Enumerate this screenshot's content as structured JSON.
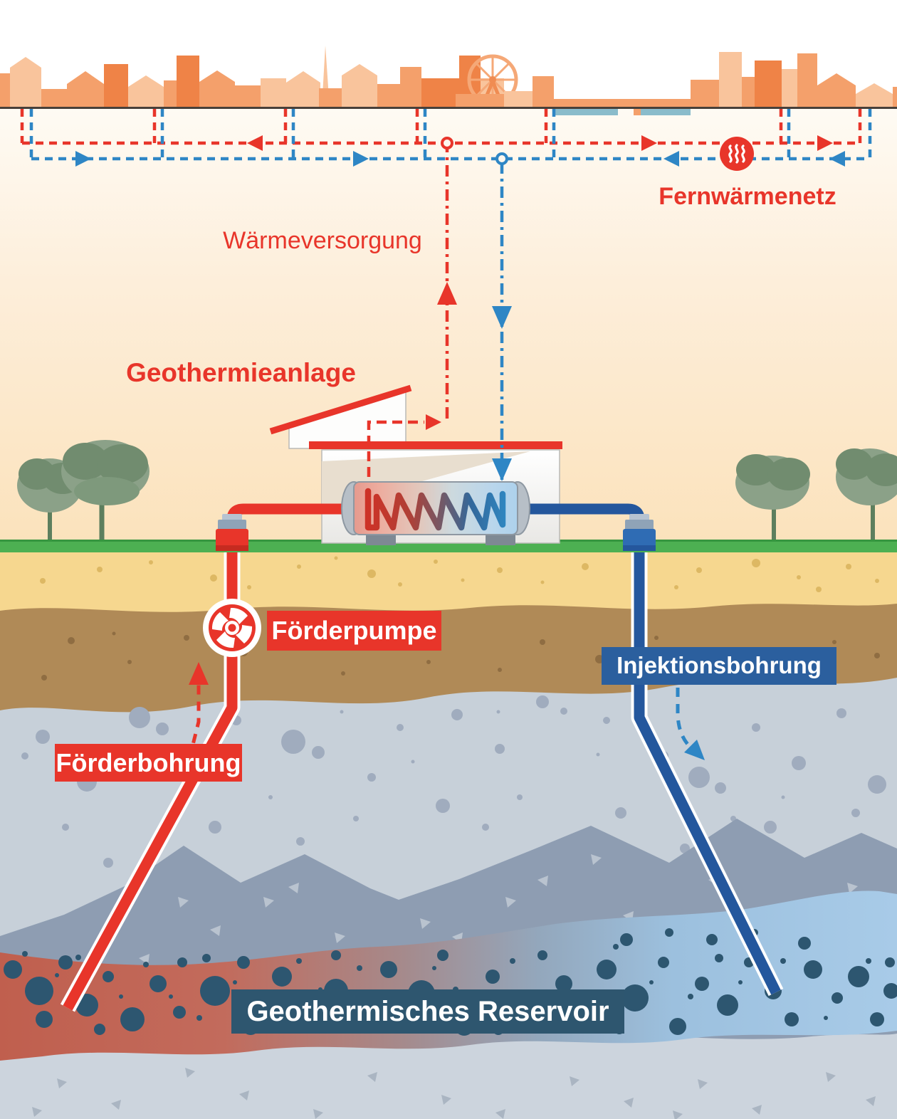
{
  "labels": {
    "fernwaermenetz": "Fernwärmenetz",
    "waermeversorgung": "Wärmeversorgung",
    "geothermieanlage": "Geothermieanlage",
    "foerderpumpe": "Förderpumpe",
    "injektionsbohrung": "Injektionsbohrung",
    "foerderbohrung": "Förderbohrung",
    "geothermisches_reservoir": "Geothermisches Reservoir"
  },
  "icons": {
    "district_heating": "heat-waves-in-red-circle",
    "pump": "impeller-in-circle",
    "ferris_wheel": "ferris-wheel",
    "city": "orange-skyline-silhouette"
  },
  "colors": {
    "hot_red": "#e8352a",
    "cold_blue": "#2e86c5",
    "pipe_blue": "#24579d",
    "label_blue_bg": "#2b5f9e",
    "reservoir_label_bg": "#2e566f",
    "grass_green": "#4db052",
    "sand_yellow": "#f6d78f",
    "clay_brown": "#b08a57",
    "rock_light_gray": "#c7d0d9",
    "rock_dark_gray": "#8e9db2",
    "reservoir_hot_side": "#c2604f",
    "reservoir_cold_side": "#a6cae8",
    "city_orange": "#f4a06b"
  }
}
